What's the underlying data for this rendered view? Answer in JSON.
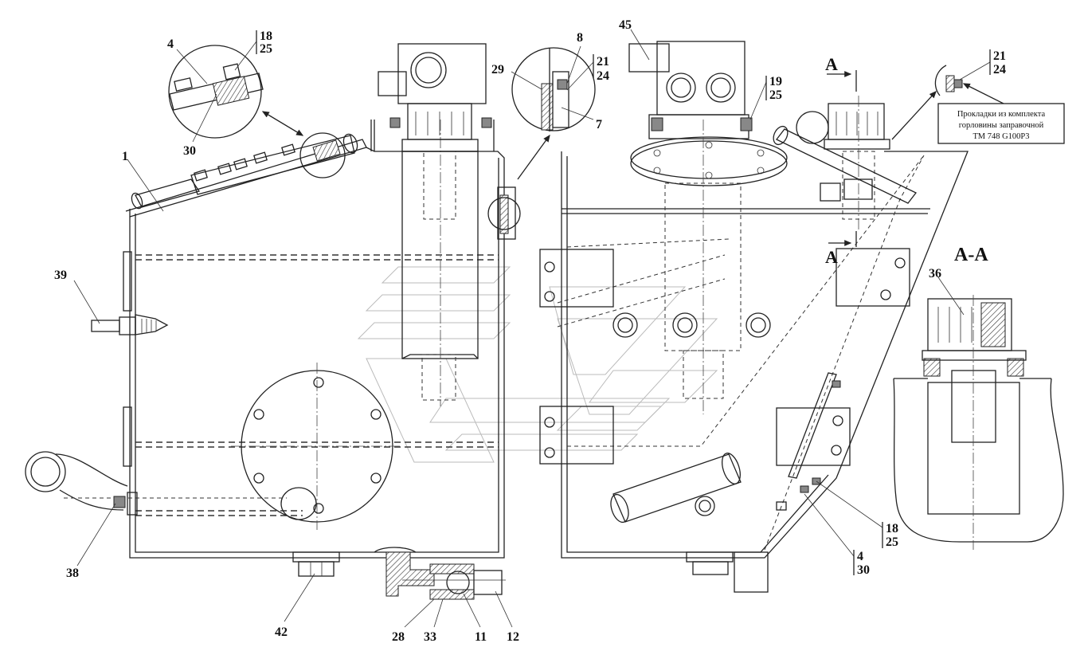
{
  "callouts": {
    "c1": "1",
    "c4": "4",
    "c30": "30",
    "c18": "18",
    "c25": "25",
    "c29": "29",
    "c8": "8",
    "c21": "21",
    "c24": "24",
    "c7": "7",
    "c45": "45",
    "c19": "19",
    "c25b": "25",
    "c21b": "21",
    "c24b": "24",
    "c39": "39",
    "c38": "38",
    "c42": "42",
    "c28": "28",
    "c33": "33",
    "c11": "11",
    "c12": "12",
    "c36": "36",
    "c18b": "18",
    "c25c": "25",
    "c4b": "4",
    "c30b": "30"
  },
  "section": {
    "marker_top": "A",
    "marker_bottom": "A",
    "title": "A-A"
  },
  "note": {
    "line1": "Прокладки из комплекта",
    "line2": "горловины заправочной",
    "line3": "ТМ 748 G100Р3"
  },
  "colors": {
    "line": "#222222",
    "watermark": "#bbbbbb",
    "background": "#ffffff"
  }
}
